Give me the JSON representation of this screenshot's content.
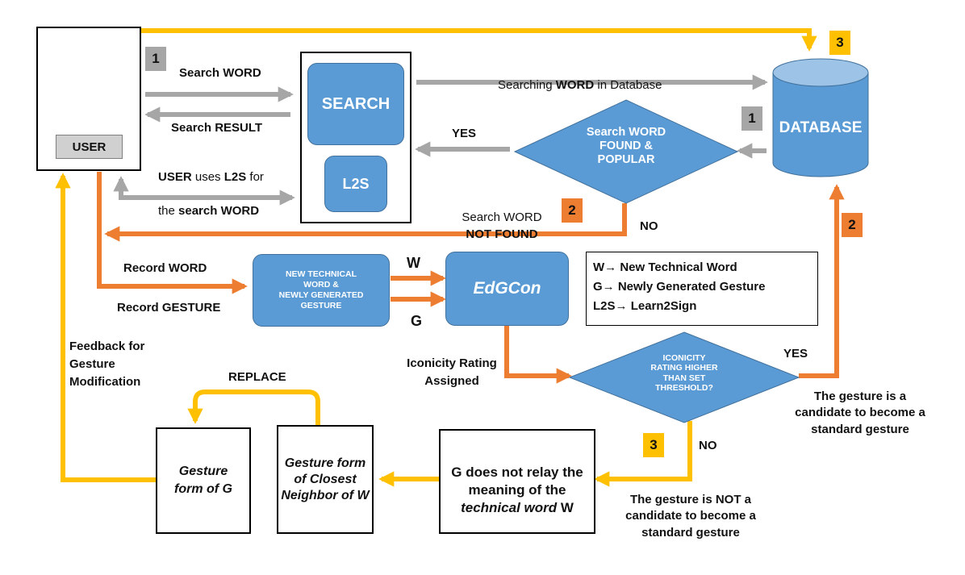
{
  "colors": {
    "gray_arrow": "#a6a6a6",
    "orange_arrow": "#ed7d31",
    "gold_arrow": "#ffc000",
    "blue_node": "#5b9bd5",
    "blue_border": "#41719c"
  },
  "user": {
    "label": "USER",
    "icon": "person-icon"
  },
  "badges": {
    "b1_left": "1",
    "b1_db": "1",
    "b2_notfound": "2",
    "b2_db": "2",
    "b3_db": "3",
    "b3_no": "3"
  },
  "nodes": {
    "search": "SEARCH",
    "l2s": "L2S",
    "database": "DATABASE",
    "diamond_search": "Search WORD\nFOUND &\nPOPULAR",
    "new_word": "NEW TECHNICAL\nWORD &\nNEWLY GENERATED\nGESTURE",
    "edgcon": "EdGCon",
    "diamond_iconicity": "ICONICITY\nRATING HIGHER\nTHAN SET\nTHRESHOLD?",
    "g_not_relay": {
      "a": "G does not relay the meaning of the ",
      "i": "technical word",
      "b": " W"
    },
    "closest_neighbor": "Gesture form of Closest Neighbor of W",
    "gesture_g": "Gesture form of G"
  },
  "legend": {
    "w": "W",
    "w_desc": "New Technical Word",
    "g": "G",
    "g_desc": "Newly Generated Gesture",
    "l2s": "L2S",
    "l2s_desc": "Learn2Sign",
    "arrow": "→"
  },
  "labels": {
    "search_word": "Search WORD",
    "search_result": "Search RESULT",
    "user_uses_user": "USER",
    "user_uses_mid": " uses ",
    "user_uses_l2s": "L2S",
    "user_uses_for": " for",
    "user_uses_the": "the ",
    "user_uses_word": "search WORD",
    "searching_pre": "Searching ",
    "searching_word": "WORD",
    "searching_post": " in Database",
    "yes_top": "YES",
    "not_found_1": "Search WORD",
    "not_found_2": "NOT FOUND",
    "no_top": "NO",
    "record_word": "Record WORD",
    "record_gesture": "Record GESTURE",
    "w_arrow": "W",
    "g_arrow": "G",
    "iconicity_assigned": "Iconicity Rating\nAssigned",
    "yes_bottom": "YES",
    "candidate": "The gesture is a\ncandidate to become a\nstandard gesture",
    "no_bottom": "NO",
    "not_candidate": "The gesture is NOT a\ncandidate to become a\nstandard gesture",
    "replace": "REPLACE",
    "feedback": "Feedback for\nGesture\nModification"
  }
}
